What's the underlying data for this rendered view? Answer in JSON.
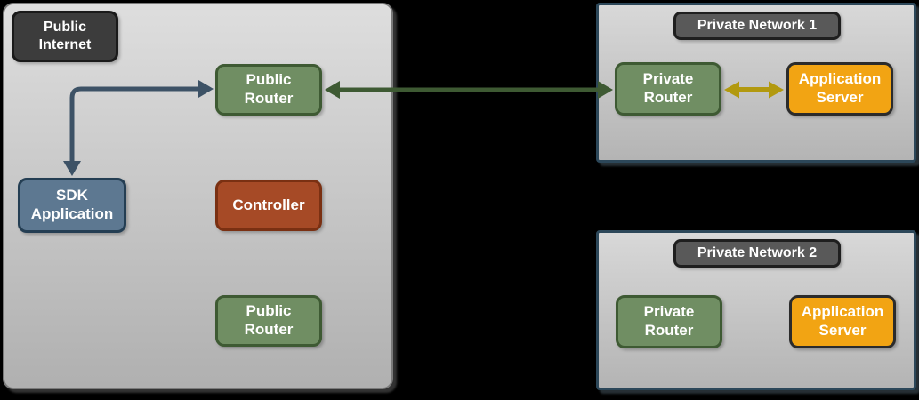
{
  "colors": {
    "canvas_bg": "#000000",
    "panel_fill_top": "#dedede",
    "panel_fill_bottom": "#b0b0b0",
    "panel_left_border": "#7a7a7a",
    "private_panel_border": "#2c4759",
    "green_fill": "#708e63",
    "green_border": "#3e5a33",
    "slate_fill": "#5d7891",
    "slate_border": "#243e53",
    "brick_fill": "#a64a26",
    "brick_border": "#7a3012",
    "orange_fill": "#f2a413",
    "orange_border": "#2b2b2b",
    "dark_badge_fill": "#3c3c3c",
    "dark_badge_border": "#1a1a1a",
    "gray_badge_fill": "#595959",
    "gray_badge_border": "#1f1f1f",
    "arrow_blue": "#3d5266",
    "arrow_green": "#3e5a33",
    "arrow_yellow": "#b2990f",
    "text": "#ffffff"
  },
  "public_internet": {
    "badge": "Public\nInternet",
    "public_router_top": "Public\nRouter",
    "sdk_application": "SDK\nApplication",
    "controller": "Controller",
    "public_router_bottom": "Public\nRouter"
  },
  "private_network_1": {
    "title": "Private Network 1",
    "private_router": "Private\nRouter",
    "application_server": "Application\nServer"
  },
  "private_network_2": {
    "title": "Private Network 2",
    "private_router": "Private\nRouter",
    "application_server": "Application\nServer"
  },
  "connectors": [
    {
      "name": "sdk-application-to-public-router",
      "type": "elbow-bidirectional",
      "color": "#3d5266"
    },
    {
      "name": "public-router-to-private-router-1",
      "type": "straight-bidirectional",
      "color": "#3e5a33"
    },
    {
      "name": "private-router-1-to-application-server-1",
      "type": "straight-bidirectional",
      "color": "#b2990f"
    }
  ]
}
